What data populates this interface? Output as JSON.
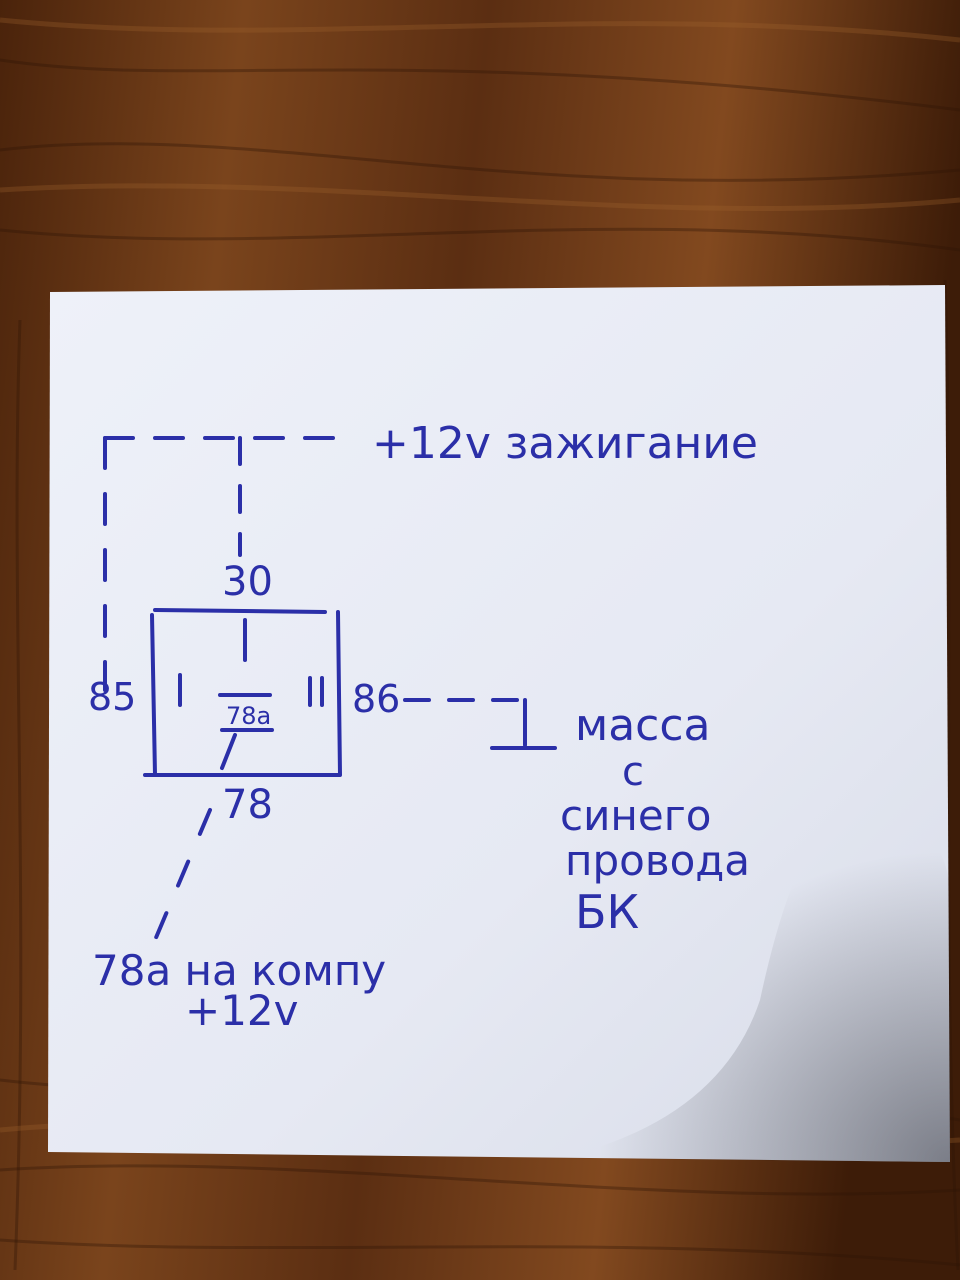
{
  "colors": {
    "wood_dark": "#3d1c08",
    "wood_mid": "#6b3a17",
    "wood_light": "#8a5226",
    "paper": "#e9ecf6",
    "paper_shadow": "#c9cedb",
    "ink": "#2b2fa8"
  },
  "note": {
    "supply_label": "+12v зажигание",
    "pin_30": "30",
    "pin_85": "85",
    "pin_86": "86",
    "pin_78": "78",
    "pin_78a_inside": "78a",
    "ground_lines": [
      "масса",
      "с",
      "синего",
      "провода",
      "БК"
    ],
    "output_lines": [
      "78a на компу",
      "+12v"
    ]
  }
}
